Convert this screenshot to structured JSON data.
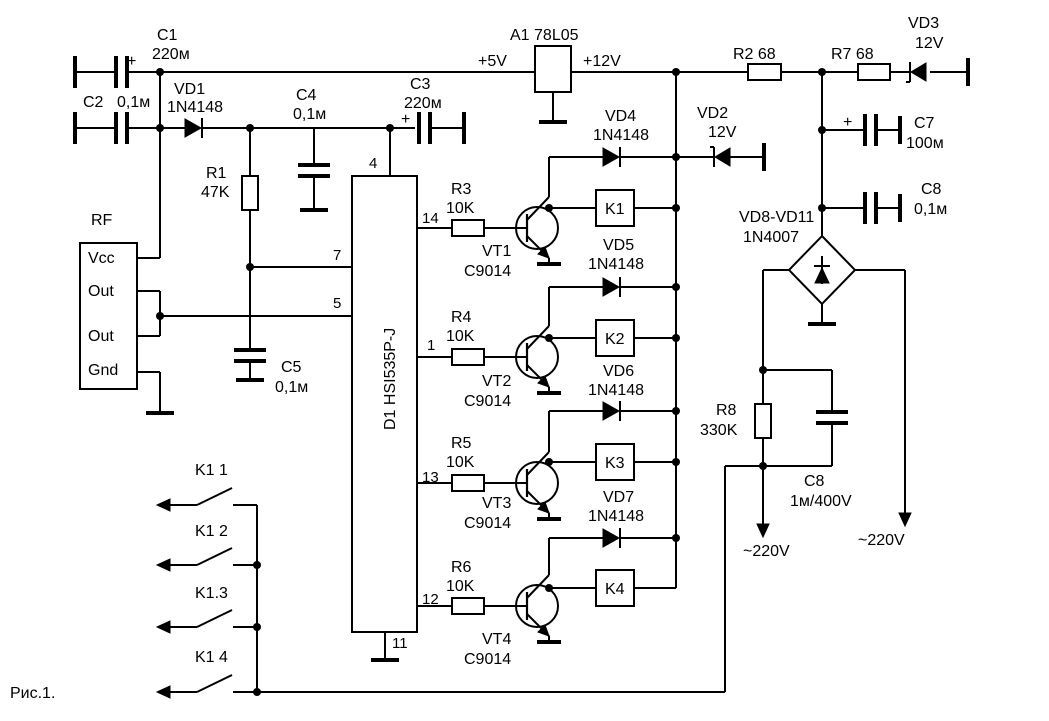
{
  "caption": "Рис.1.",
  "components": {
    "c1": {
      "ref": "C1",
      "value": "220м"
    },
    "c2": {
      "ref": "C2",
      "value": "0,1м"
    },
    "c3": {
      "ref": "C3",
      "value": "220м"
    },
    "c4": {
      "ref": "C4",
      "value": "0,1м"
    },
    "c5": {
      "ref": "C5",
      "value": "0,1м"
    },
    "c7": {
      "ref": "C7",
      "value": "100м"
    },
    "c8a": {
      "ref": "C8",
      "value": "0,1м"
    },
    "c8b": {
      "ref": "C8",
      "value": "1м/400V"
    },
    "vd1": {
      "ref": "VD1",
      "value": "1N4148"
    },
    "vd2": {
      "ref": "VD2",
      "value": "12V"
    },
    "vd3": {
      "ref": "VD3",
      "value": "12V"
    },
    "vd4": {
      "ref": "VD4",
      "value": "1N4148"
    },
    "vd5": {
      "ref": "VD5",
      "value": "1N4148"
    },
    "vd6": {
      "ref": "VD6",
      "value": "1N4148"
    },
    "vd7": {
      "ref": "VD7",
      "value": "1N4148"
    },
    "bridge": {
      "ref": "VD8-VD11",
      "value": "1N4007"
    },
    "r1": {
      "ref": "R1",
      "value": "47K"
    },
    "r2": {
      "ref": "R2 68"
    },
    "r7": {
      "ref": "R7 68"
    },
    "r3": {
      "ref": "R3",
      "value": "10K"
    },
    "r4": {
      "ref": "R4",
      "value": "10K"
    },
    "r5": {
      "ref": "R5",
      "value": "10K"
    },
    "r6": {
      "ref": "R6",
      "value": "10K"
    },
    "r8": {
      "ref": "R8",
      "value": "330K"
    },
    "a1": {
      "ref": "A1 78L05",
      "in": "+12V",
      "out": "+5V"
    },
    "vt1": {
      "ref": "VT1",
      "value": "C9014"
    },
    "vt2": {
      "ref": "VT2",
      "value": "C9014"
    },
    "vt3": {
      "ref": "VT3",
      "value": "C9014"
    },
    "vt4": {
      "ref": "VT4",
      "value": "C9014"
    },
    "relays": [
      "K1",
      "K2",
      "K3",
      "K4"
    ],
    "d1": {
      "label": "D1  HSI535P-J",
      "pins": [
        "4",
        "7",
        "5",
        "14",
        "1",
        "13",
        "12",
        "11"
      ]
    },
    "rf": {
      "title": "RF",
      "pins": [
        "Vcc",
        "Out",
        "Out",
        "Gnd"
      ]
    },
    "contacts": [
      "K1 1",
      "K1 2",
      "K1.3",
      "K1 4"
    ],
    "mains": [
      "~220V",
      "~220V"
    ],
    "plus": "+"
  }
}
